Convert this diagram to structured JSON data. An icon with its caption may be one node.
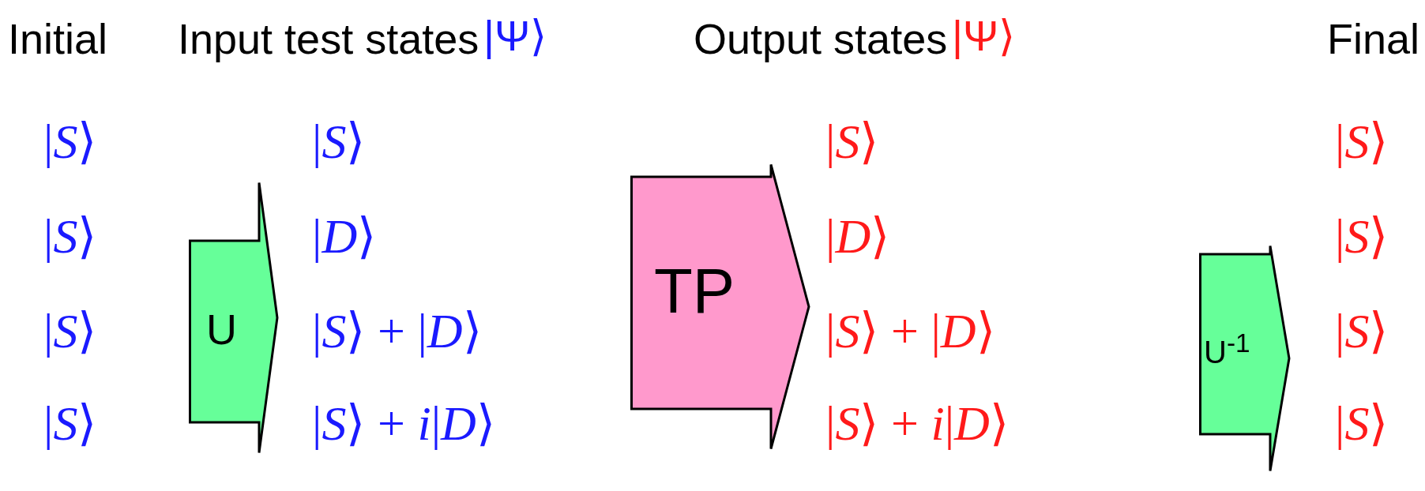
{
  "diagram": {
    "nodes": [
      {
        "text": [
          "U"
        ]
      },
      {
        "text": [
          "TP"
        ]
      },
      {
        "text": [
          "U$^{-1}$"
        ]
      }
    ],
    "labels": [
      "Initial",
      "Input test states",
      "|Ψ⟩",
      "Output states",
      "|Ψ⟩",
      "Final",
      "|*S*⟩",
      "|*S*⟩",
      "|*S*⟩",
      "|*S*⟩",
      "|*S*⟩",
      "|*D*⟩",
      "|*D*⟩",
      "|*S*⟩",
      "|*S*⟩",
      "|*S*⟩ + |*D*⟩",
      "|*S*⟩ + |*D*⟩",
      "|*S*⟩",
      "|*S*⟩",
      "|*S*⟩ + *i*|*D*⟩",
      "|*S*⟩ + *i*|*D*⟩",
      "|*S*⟩"
    ]
  }
}
